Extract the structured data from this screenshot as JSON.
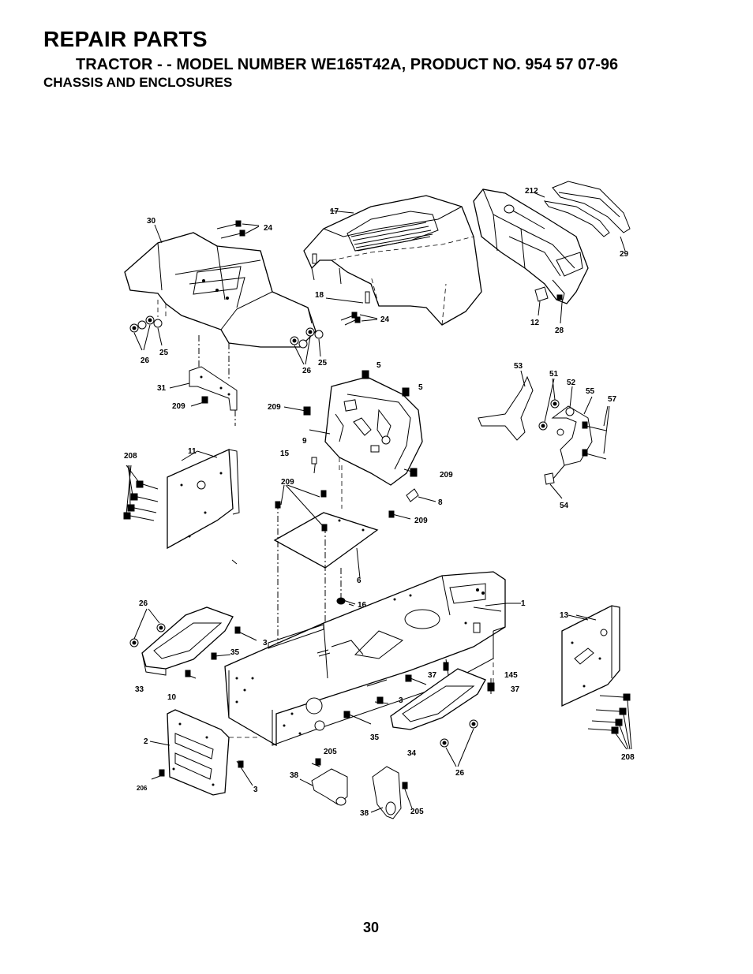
{
  "header": {
    "title": "REPAIR PARTS",
    "subtitle": "TRACTOR - - MODEL NUMBER WE165T42A, PRODUCT NO. 954 57 07-96",
    "section": "CHASSIS AND ENCLOSURES"
  },
  "footer": {
    "page_number": "30"
  },
  "diagram": {
    "callouts": {
      "c30": "30",
      "c24a": "24",
      "c17": "17",
      "c212": "212",
      "c29": "29",
      "c18": "18",
      "c24b": "24",
      "c12": "12",
      "c28": "28",
      "c26a": "26",
      "c25a": "25",
      "c26b": "26",
      "c25b": "25",
      "c5a": "5",
      "c5b": "5",
      "c31": "31",
      "c209a": "209",
      "c209b": "209",
      "c53": "53",
      "c51": "51",
      "c52": "52",
      "c55": "55",
      "c57": "57",
      "c208a": "208",
      "c11": "11",
      "c9": "9",
      "c15": "15",
      "c209c": "209",
      "c209d": "209",
      "c8": "8",
      "c209e": "209",
      "c54": "54",
      "c6": "6",
      "c26c": "26",
      "c3a": "3",
      "c35a": "35",
      "c16": "16",
      "c1": "1",
      "c13": "13",
      "c33": "33",
      "c10": "10",
      "c37a": "37",
      "c145": "145",
      "c37b": "37",
      "c3b": "3",
      "c2": "2",
      "c35b": "35",
      "c34": "34",
      "c205a": "205",
      "c26d": "26",
      "c208b": "208",
      "c206": "206",
      "c3c": "3",
      "c38a": "38",
      "c38b": "38",
      "c205b": "205"
    }
  }
}
